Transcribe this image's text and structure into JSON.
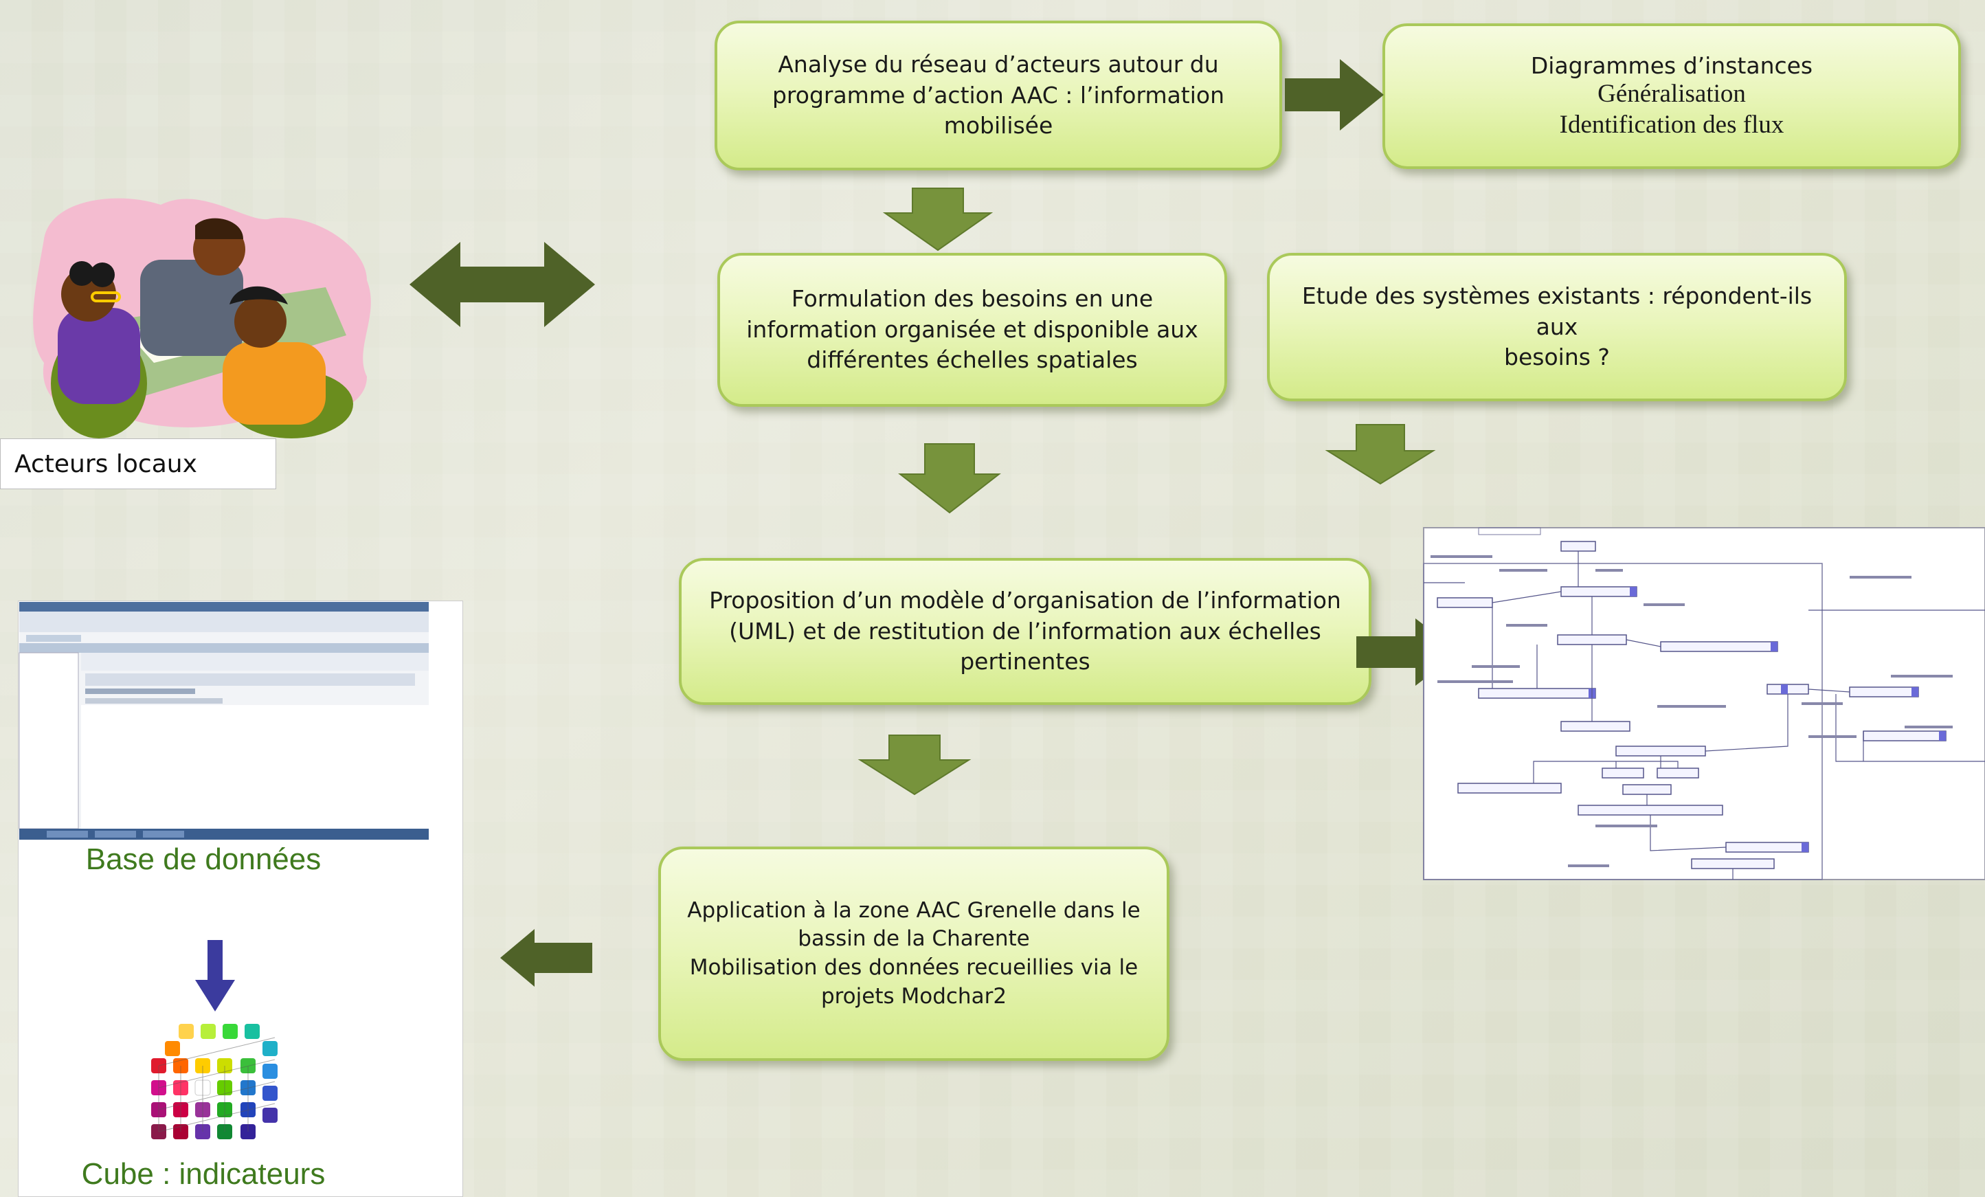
{
  "boxes": {
    "analyse": [
      "Analyse du réseau d’acteurs autour du",
      "programme d’action AAC :  l’information",
      "mobilisée"
    ],
    "diagrammes": [
      "Diagrammes d’instances",
      "Généralisation",
      "Identification  des flux"
    ],
    "formulation": [
      "Formulation des besoins en une",
      "information organisée et disponible aux",
      "différentes échelles spatiales"
    ],
    "etude": [
      "Etude des systèmes existants : répondent-ils aux",
      "besoins ?"
    ],
    "proposition": [
      "Proposition d’un modèle d’organisation de l’information",
      "(UML) et de restitution de l’information aux échelles",
      "pertinentes"
    ],
    "application": [
      "Application à la zone AAC Grenelle dans le",
      "bassin de la Charente",
      "Mobilisation des données recueillies via le",
      "projets Modchar2"
    ]
  },
  "left": {
    "actors_label": "Acteurs locaux",
    "db_label": "Base de données",
    "cube_label": "Cube : indicateurs"
  },
  "colors": {
    "box_fill": "#eaf6bd",
    "box_border": "#aac95a",
    "arrow_dark": "#4f6228",
    "arrow_light": "#77933c",
    "caption_green": "#3f7a1e"
  }
}
